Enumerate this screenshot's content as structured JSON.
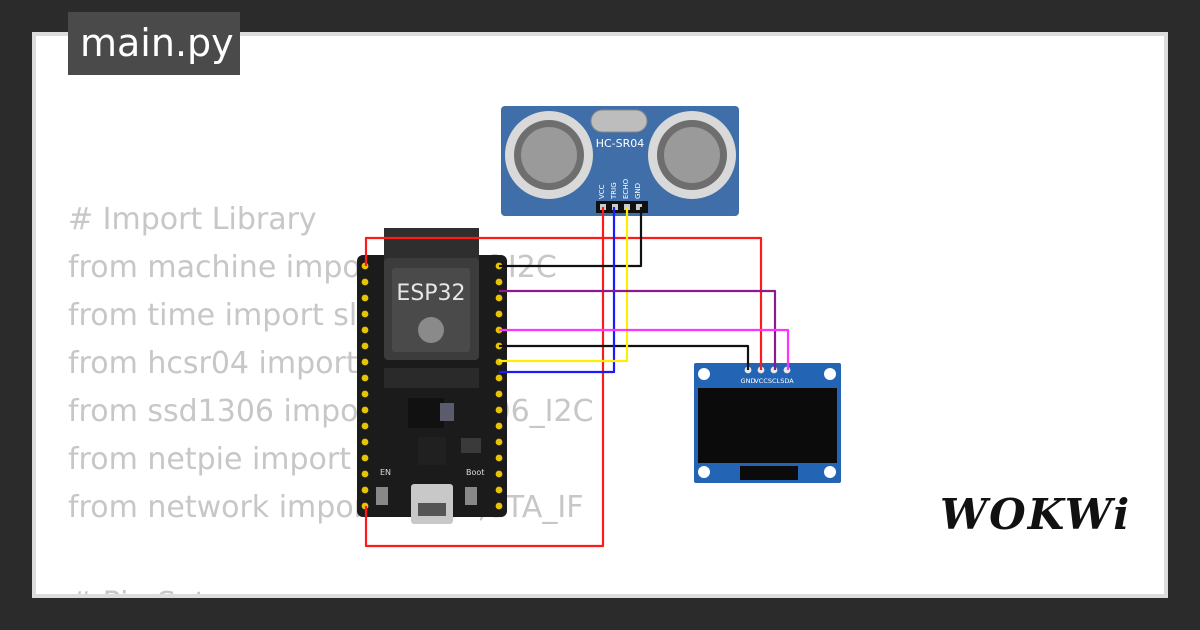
{
  "file_tab": {
    "label": "main.py"
  },
  "code_lines": [
    "",
    "# Import Library",
    "from machine import Pin,SoftI2C",
    "from time import sleep",
    "from hcsr04 import HCSR04",
    "from ssd1306 import SSD1306_I2C",
    "from netpie import NETPIE",
    "from network import WLAN,STA_IF",
    "",
    "# Pin Setup"
  ],
  "components": {
    "esp32_label": "ESP32",
    "sensor_label": "HC-SR04",
    "sensor_pins": [
      "VCC",
      "TRIG",
      "ECHO",
      "GND"
    ],
    "oled_pins": [
      "GND",
      "VCC",
      "SCL",
      "SDA"
    ],
    "boot_label": "Boot",
    "en_label": "EN"
  },
  "wire_colors": {
    "vcc": "#ff1a1a",
    "gnd": "#111111",
    "trig": "#1a1aff",
    "echo": "#ffee00",
    "scl": "#8b1a8b",
    "sda": "#ff33ff"
  },
  "brand": {
    "logo_text": "WOKWi"
  }
}
